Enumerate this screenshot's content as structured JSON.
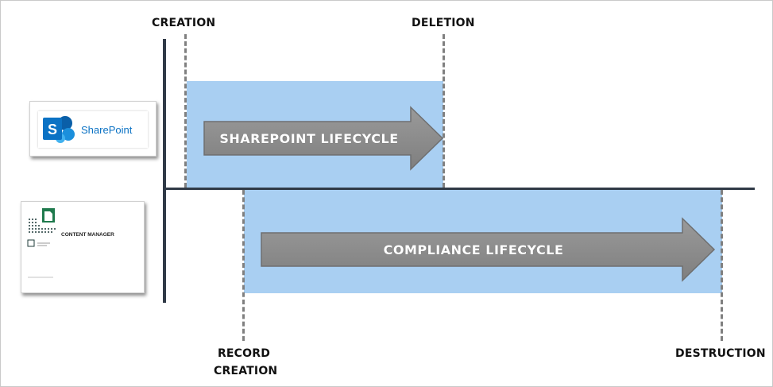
{
  "labels": {
    "creation": "CREATION",
    "deletion": "DELETION",
    "record_creation_line1": "RECORD",
    "record_creation_line2": "CREATION",
    "destruction": "DESTRUCTION"
  },
  "arrows": {
    "sharepoint": "SHAREPOINT LIFECYCLE",
    "compliance": "COMPLIANCE LIFECYCLE"
  },
  "logos": {
    "sharepoint_letter": "S",
    "sharepoint_name": "SharePoint",
    "content_manager_name": "CONTENT MANAGER"
  },
  "colors": {
    "lifecycle_box": "#a9cff2",
    "arrow_fill": "#8c8c8c",
    "timeline": "#303a47",
    "dash": "#808080",
    "sharepoint_blue": "#0b72c4",
    "content_manager_green": "#1f7a4d"
  }
}
